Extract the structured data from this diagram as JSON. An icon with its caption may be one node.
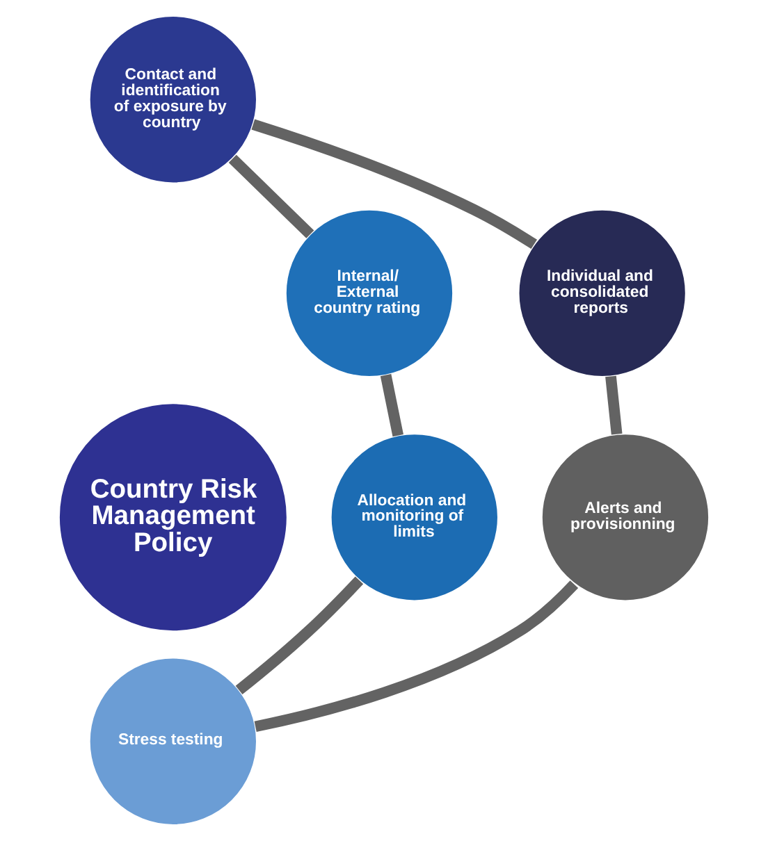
{
  "diagram": {
    "nodes": [
      {
        "text": [
          "Country Risk Management Policy"
        ]
      },
      {
        "text": [
          "Contact and identification of exposure by country"
        ]
      },
      {
        "text": [
          "Internal/ External country rating"
        ]
      },
      {
        "text": [
          "Allocation and monitoring of limits"
        ]
      },
      {
        "text": [
          "Stress testing"
        ]
      },
      {
        "text": [
          "Alerts and provisionning"
        ]
      },
      {
        "text": [
          "Individual and consolidated reports"
        ]
      }
    ],
    "edges": [
      {
        "from": 1,
        "to": 2,
        "arrow": "none"
      },
      {
        "from": 2,
        "to": 3,
        "arrow": "none"
      },
      {
        "from": 3,
        "to": 4,
        "arrow": "none"
      },
      {
        "from": 1,
        "to": 6,
        "arrow": "none"
      },
      {
        "from": 6,
        "to": 5,
        "arrow": "none"
      },
      {
        "from": 5,
        "to": 4,
        "arrow": "none"
      }
    ]
  }
}
